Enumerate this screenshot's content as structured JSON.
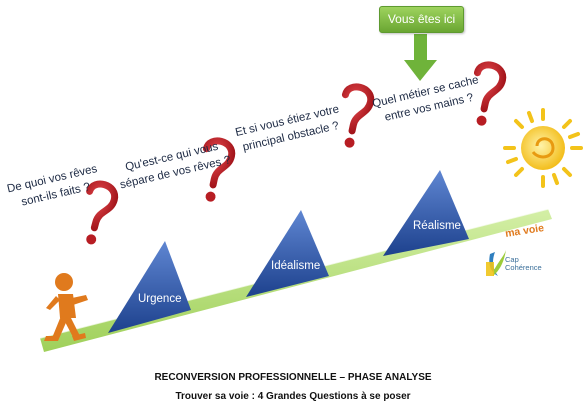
{
  "banner": {
    "label": "Vous êtes ici"
  },
  "questions": [
    {
      "line1": "De quoi vos rêves",
      "line2": "sont-ils faits ?"
    },
    {
      "line1": "Qu'est-ce qui vous",
      "line2": "sépare de vos rêves ?"
    },
    {
      "line1": "Et si vous étiez votre",
      "line2": "principal obstacle ?"
    },
    {
      "line1": "Quel métier se cache",
      "line2": "entre vos mains ?"
    }
  ],
  "stages": [
    {
      "label": "Urgence"
    },
    {
      "label": "Idéalisme"
    },
    {
      "label": "Réalisme"
    }
  ],
  "path_label": "ma voie",
  "logo": {
    "line1": "Cap",
    "line2": "Cohérence"
  },
  "caption": {
    "line1": "RECONVERSION PROFESSIONNELLE – PHASE ANALYSE",
    "line2": "Trouver sa voie : 4 Grandes Questions à se poser"
  },
  "colors": {
    "ramp": "#b6e07e",
    "triangle": "#2c55a8",
    "question_mark": "#c8242b",
    "arrow": "#6fb33a",
    "sun": "#f3c31a",
    "walker": "#e07a1d"
  },
  "icons": [
    "walking-person-icon",
    "question-mark-icon",
    "sun-icon",
    "down-arrow-icon",
    "logo-icon"
  ]
}
